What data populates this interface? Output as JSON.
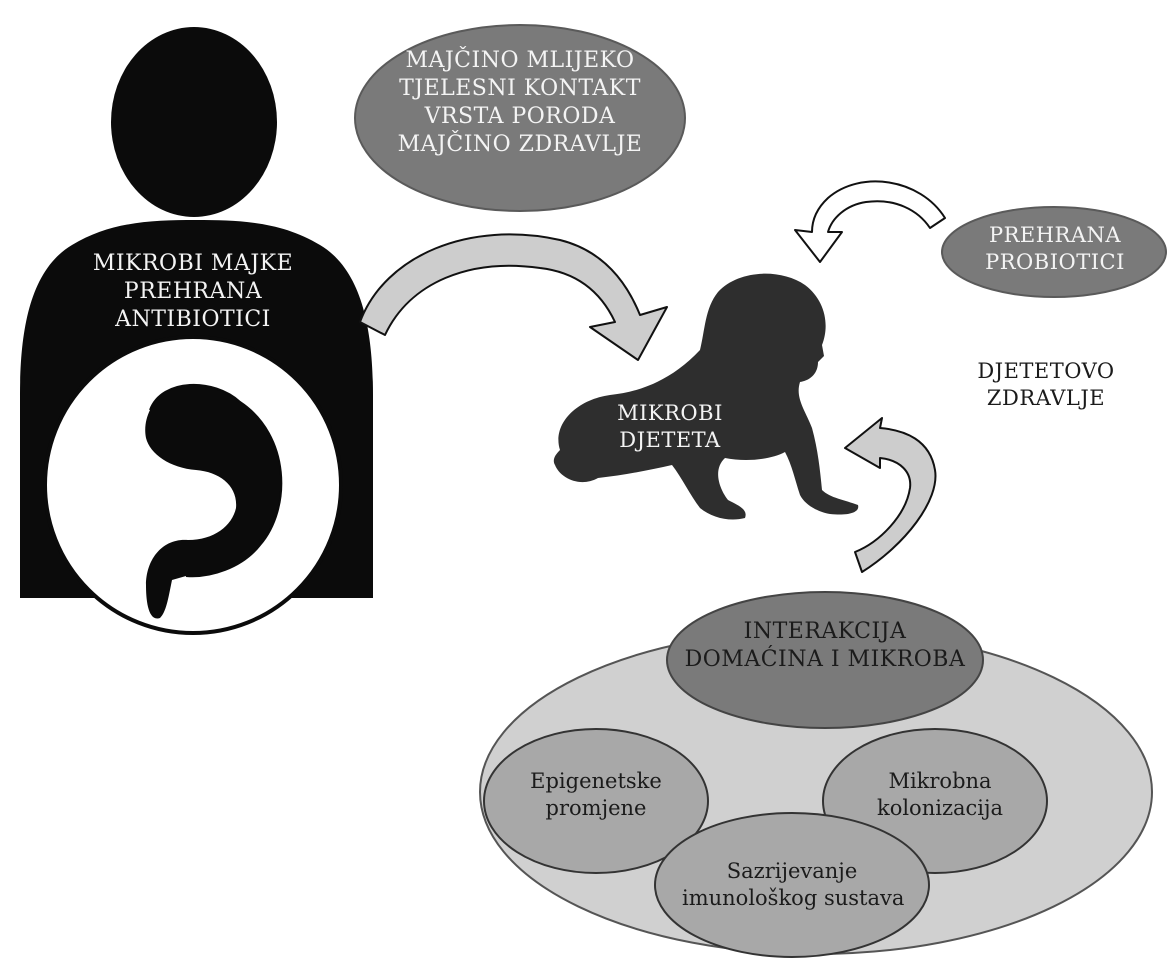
{
  "mother": {
    "lines": [
      "MIKROBI MAJKE",
      "PREHRANA",
      "ANTIBIOTICI"
    ]
  },
  "factors_bubble": {
    "lines": [
      "MAJČINO MLIJEKO",
      "TJELESNI KONTAKT",
      "VRSTA PORODA",
      "MAJČINO ZDRAVLJE"
    ]
  },
  "nutrition_bubble": {
    "lines": [
      "PREHRANA",
      "PROBIOTICI"
    ]
  },
  "baby": {
    "lines": [
      "MIKROBI",
      "DJETETA"
    ]
  },
  "child_health": {
    "lines": [
      "DJETETOVO",
      "ZDRAVLJE"
    ]
  },
  "interaction": {
    "lines": [
      "INTERAKCIJA",
      "DOMAĆINA I MIKROBA"
    ]
  },
  "outcomes": [
    {
      "lines": [
        "Epigenetske",
        "promjene"
      ]
    },
    {
      "lines": [
        "Mikrobna",
        "kolonizacija"
      ]
    },
    {
      "lines": [
        "Sazrijevanje",
        "imunološkog sustava"
      ]
    }
  ],
  "colors": {
    "silhouette": "#0b0b0b",
    "baby": "#2e2e2e",
    "bubble_dark": "#7a7a7a",
    "outer_ellipse": "#d0d0d0",
    "inner_ellipse": "#a8a8a8",
    "arrow_fill": "#cdcdcd"
  }
}
